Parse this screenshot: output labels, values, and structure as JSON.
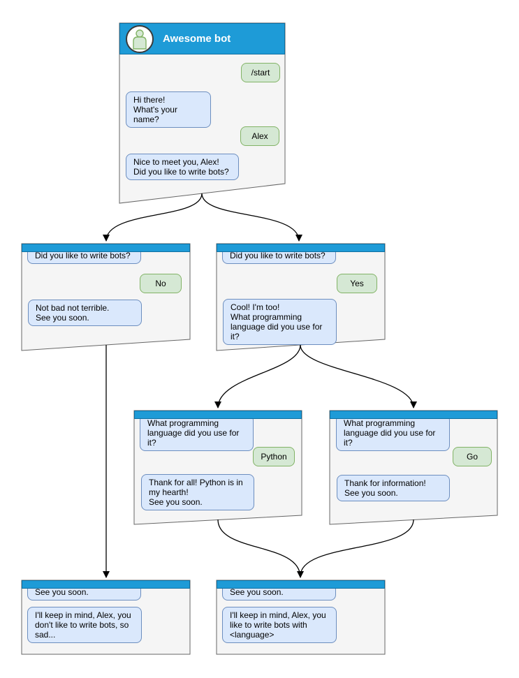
{
  "diagram": {
    "colors": {
      "header_blue": "#1e9bd7",
      "window_fill": "#f5f5f5",
      "window_border": "#666666",
      "bot_bubble_fill": "#dae8fc",
      "bot_bubble_border": "#6c8ebf",
      "user_bubble_fill": "#d5e8d4",
      "user_bubble_border": "#82b366",
      "connector": "#000000"
    },
    "windows": {
      "main": {
        "title": "Awesome bot",
        "user_start": "/start",
        "bot_greeting": "Hi there!\nWhat's your name?",
        "user_name": "Alex",
        "bot_question": "Nice to meet you, Alex!\nDid you like to write bots?"
      },
      "branch_no": {
        "question": "Did you like to write bots?",
        "answer": "No",
        "reply": "Not bad not terrible.\nSee you soon."
      },
      "branch_yes": {
        "question": "Did you like to write bots?",
        "answer": "Yes",
        "reply": "Cool! I'm too!\nWhat programming\nlanguage did you use for it?"
      },
      "branch_python": {
        "question": "What programming\nlanguage did you use for it?",
        "answer": "Python",
        "reply": "Thank for all! Python is in\nmy hearth!\nSee you soon."
      },
      "branch_go": {
        "question": "What programming\nlanguage did you use for it?",
        "answer": "Go",
        "reply": "Thank for information!\nSee you soon."
      },
      "end_no": {
        "question": "See you soon.",
        "reply": "I'll keep in mind, Alex, you\ndon't like to write bots, so\nsad..."
      },
      "end_yes": {
        "question": "See you soon.",
        "reply": "I'll keep in mind, Alex, you\nlike to write bots with\n<language>"
      }
    }
  }
}
